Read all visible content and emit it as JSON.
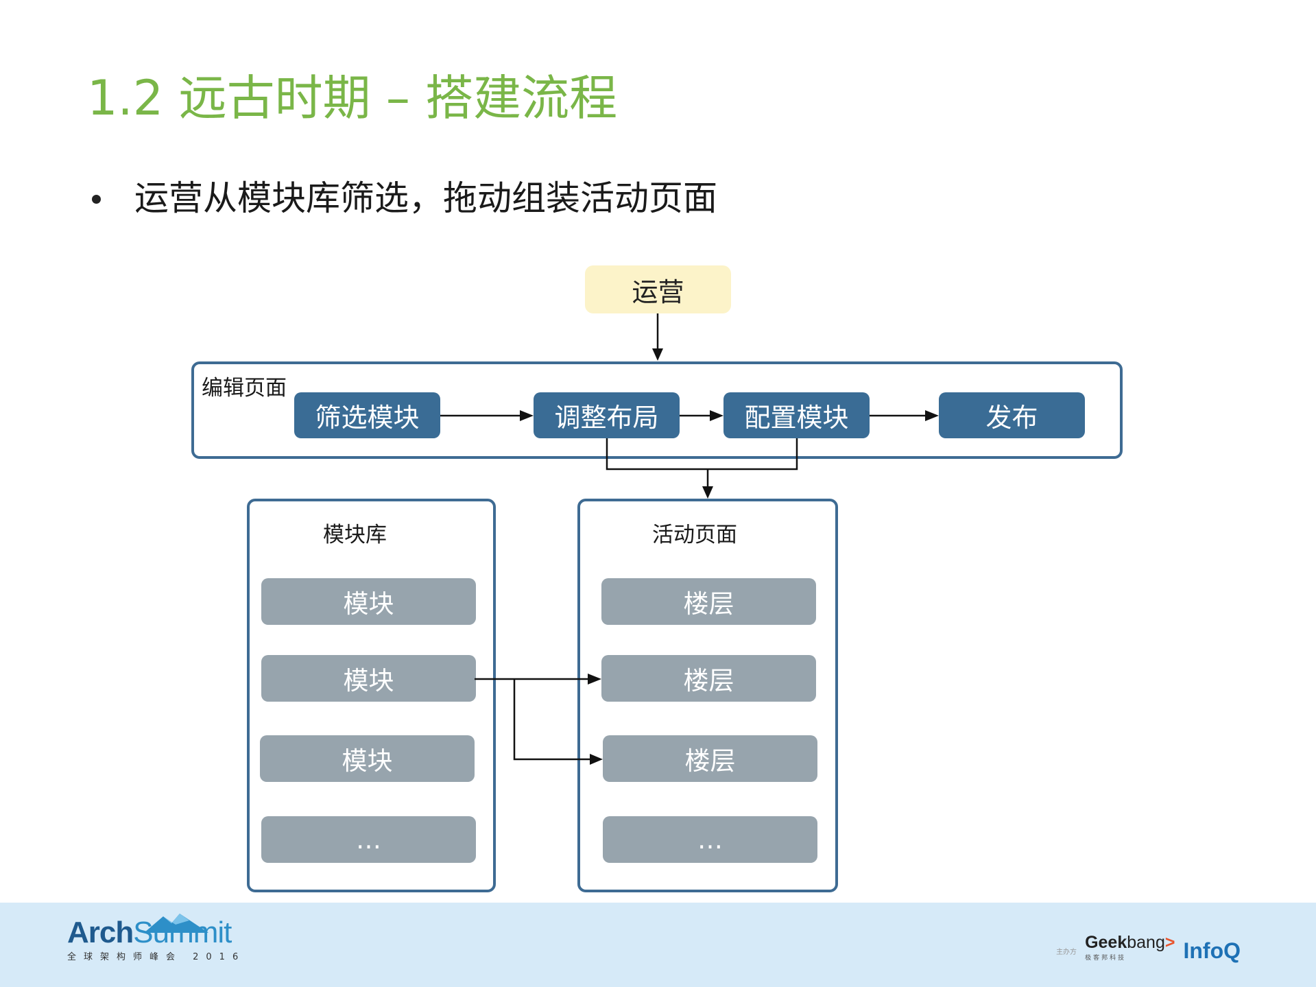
{
  "slide": {
    "title": "1.2 远古时期 – 搭建流程",
    "bullet": "运营从模块库筛选，拖动组装活动页面"
  },
  "diagram": {
    "operator": "运营",
    "editor": {
      "label": "编辑页面",
      "steps": [
        "筛选模块",
        "调整布局",
        "配置模块",
        "发布"
      ]
    },
    "library": {
      "label": "模块库",
      "items": [
        "模块",
        "模块",
        "模块",
        "…"
      ]
    },
    "activity_page": {
      "label": "活动页面",
      "items": [
        "楼层",
        "楼层",
        "楼层",
        "…"
      ]
    }
  },
  "footer": {
    "left_logo": {
      "primary": "Arch",
      "secondary": "Summit",
      "subtitle": "全球架构师峰会 2016"
    },
    "sponsor_label": "主办方",
    "geekbang": {
      "geek": "Geek",
      "bang": "bang",
      "arrow": ">",
      "subtitle": "极客邦科技"
    },
    "infoq": "InfoQ"
  },
  "colors": {
    "title": "#7ab648",
    "step_fill": "#3a6c95",
    "panel_border": "#3e6b93",
    "tile_fill": "#97a4ad",
    "operator_fill": "#fcf3c9",
    "footer_band": "#d6eaf8"
  }
}
